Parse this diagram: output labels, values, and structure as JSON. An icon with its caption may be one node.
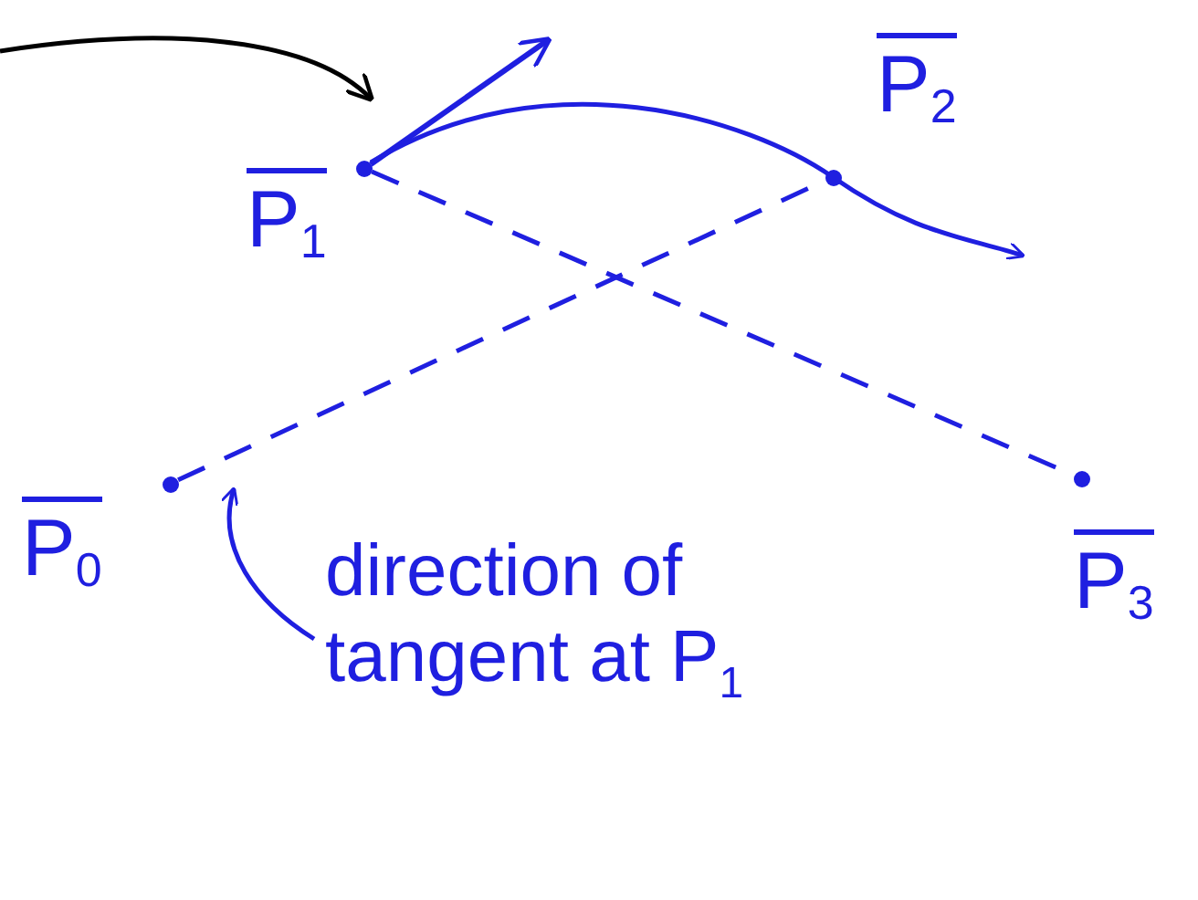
{
  "diagram": {
    "nodes": [
      {
        "text": [],
        "shape": "circle",
        "beside": [
          "P$_{0}$"
        ]
      },
      {
        "text": [],
        "shape": "circle",
        "beside": [
          "P$_{1}$"
        ]
      },
      {
        "text": [],
        "shape": "circle",
        "beside": [
          "P$_{2}$"
        ]
      },
      {
        "text": [],
        "shape": "circle",
        "beside": [
          "P$_{3}$"
        ]
      },
      {
        "text": [
          "direction of tangent at P$_{1}$"
        ]
      }
    ],
    "edges": [
      {
        "from": null,
        "to": 1,
        "arrow": "to",
        "color": "#000000"
      },
      {
        "from": 1,
        "to": null,
        "arrow": "to"
      },
      {
        "from": 1,
        "to": 3,
        "arrow": "none",
        "style": "dashed"
      },
      {
        "from": 0,
        "to": 2,
        "arrow": "none",
        "style": "dashed"
      },
      {
        "from": 4,
        "to": null,
        "arrow": "to"
      }
    ]
  }
}
